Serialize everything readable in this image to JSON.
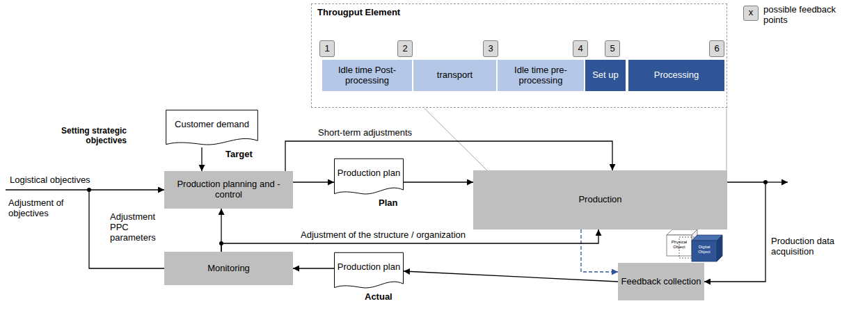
{
  "diagram": {
    "nodes": [
      {
        "text": [
          "Througput Element"
        ]
      },
      {
        "text": [
          "1"
        ],
        "in": 0
      },
      {
        "text": [
          "2"
        ],
        "in": 0
      },
      {
        "text": [
          "3"
        ],
        "in": 0
      },
      {
        "text": [
          "4"
        ],
        "in": 0
      },
      {
        "text": [
          "5"
        ],
        "in": 0
      },
      {
        "text": [
          "6"
        ],
        "in": 0
      },
      {
        "text": [
          "Idle time Post-processing"
        ],
        "in": 0
      },
      {
        "text": [
          "transport"
        ],
        "in": 0
      },
      {
        "text": [
          "Idle time pre-processing"
        ],
        "in": 0
      },
      {
        "text": [
          "Set up"
        ],
        "in": 0
      },
      {
        "text": [
          "Processing"
        ],
        "in": 0
      },
      {
        "text": [
          "Customer demand",
          "Target"
        ]
      },
      {
        "text": [
          "Production planning and -control"
        ]
      },
      {
        "text": [
          "Production plan",
          "Plan"
        ]
      },
      {
        "text": [
          "Production"
        ]
      },
      {
        "text": [
          "Monitoring"
        ]
      },
      {
        "text": [
          "Production plan",
          "Actual"
        ]
      },
      {
        "text": [
          "Feedback collection"
        ]
      }
    ],
    "edges": [
      {
        "from": 12,
        "to": 13,
        "arrow": "to"
      },
      {
        "from": 13,
        "to": 14,
        "arrow": "to"
      },
      {
        "from": 14,
        "to": 15,
        "arrow": "to"
      },
      {
        "from": 13,
        "to": 15,
        "label": "Short-term adjustments",
        "arrow": "to"
      },
      {
        "from": 15,
        "to": 18,
        "label": "Production data acquisition",
        "arrow": "to"
      },
      {
        "from": 15,
        "to": 18,
        "arrow": "to"
      },
      {
        "from": 18,
        "to": 17,
        "arrow": "to"
      },
      {
        "from": 17,
        "to": 16,
        "arrow": "to"
      },
      {
        "from": 16,
        "to": 13,
        "label": "Adjustment PPC parameters",
        "arrow": "to"
      },
      {
        "from": 16,
        "to": 15,
        "label": "Adjustment of the structure / organization",
        "arrow": "to"
      },
      {
        "from": 16,
        "to": 13,
        "label": "Adjustment of objectives",
        "arrow": "to"
      }
    ],
    "labels": [
      "Setting strategic objectives",
      "Logistical objectives",
      "Physical Object",
      "Digital Object",
      "x"
    ],
    "legend": [
      {
        "text": "possible feedback points",
        "color": "#d9d9d9"
      }
    ]
  }
}
